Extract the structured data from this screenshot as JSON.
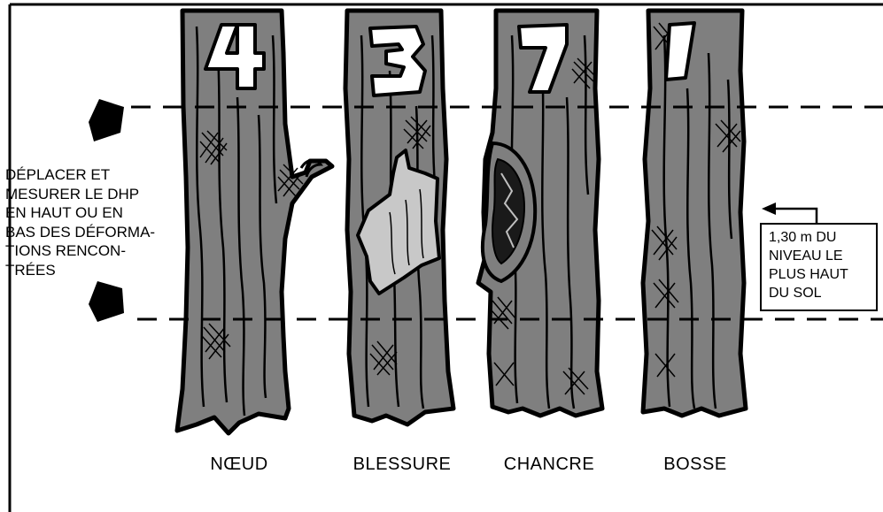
{
  "side_note": {
    "lines": [
      "DÉPLACER ET",
      "MESURER LE DHP",
      "EN HAUT OU EN",
      "BAS DES DÉFORMA-",
      "TIONS RENCON-",
      "TRÉES"
    ]
  },
  "trees": [
    {
      "number": "4",
      "label": "NŒUD"
    },
    {
      "number": "3",
      "label": "BLESSURE"
    },
    {
      "number": "7",
      "label": "CHANCRE"
    },
    {
      "number": "1",
      "label": "BOSSE"
    }
  ],
  "height_note": {
    "lines": [
      "1,30 m DU",
      "NIVEAU LE",
      "PLUS HAUT",
      "DU SOL"
    ]
  },
  "colors": {
    "bark": "#7f7f7f",
    "wound": "#c8c8c8",
    "outline": "#000000",
    "background": "#ffffff"
  }
}
